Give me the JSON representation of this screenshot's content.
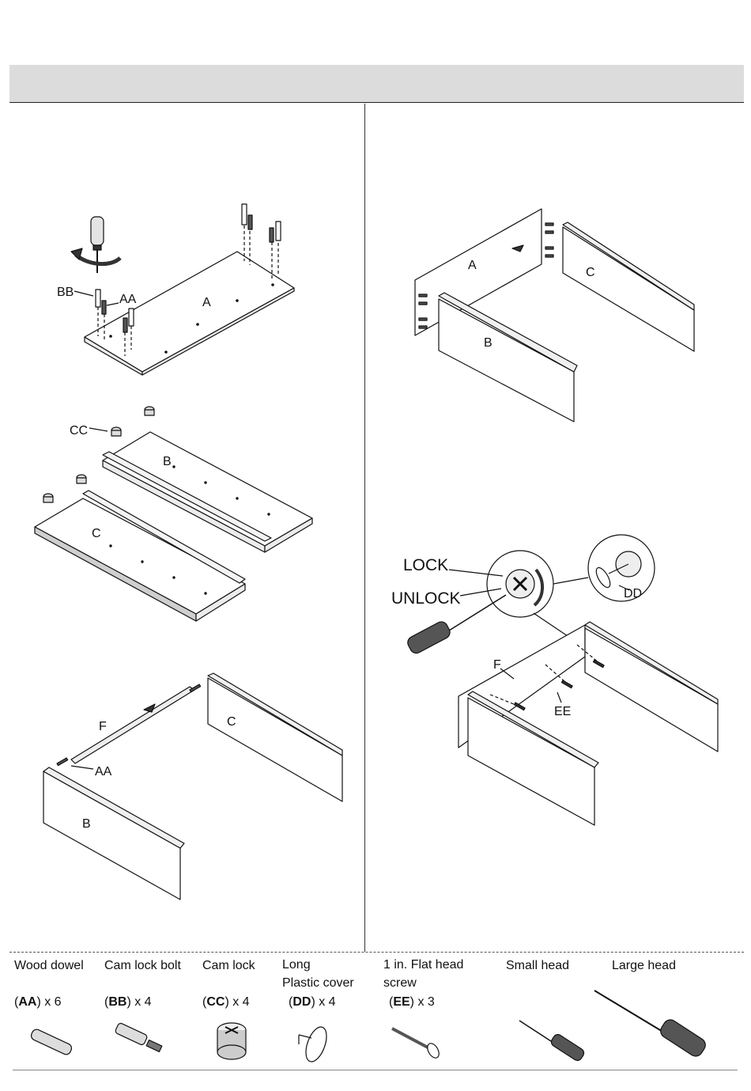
{
  "figure1": {
    "bb": "BB",
    "aa": "AA",
    "a": "A"
  },
  "figure2": {
    "cc": "CC",
    "b": "B",
    "c": "C"
  },
  "figure3": {
    "f": "F",
    "aa": "AA",
    "b": "B",
    "c": "C"
  },
  "figure4": {
    "a": "A",
    "b": "B",
    "c": "C"
  },
  "figure5": {
    "lock": "LOCK",
    "unlock": "UNLOCK",
    "dd": "DD",
    "f": "F",
    "ee": "EE"
  },
  "hardware": [
    {
      "name": "Wood dowel",
      "code": "AA",
      "qty": "x 6"
    },
    {
      "name": "Cam lock bolt",
      "code": "BB",
      "qty": "x 4"
    },
    {
      "name": "Cam lock",
      "code": "CC",
      "qty": "x 4"
    },
    {
      "name_line1": "Long",
      "name_line2": "Plastic cover",
      "code": "DD",
      "qty": "x 4"
    },
    {
      "name_line1": "1 in. Flat head",
      "name_line2": "screw",
      "code": "EE",
      "qty": "x 3"
    }
  ],
  "tools": [
    {
      "name": "Small head",
      "icon": "small-screwdriver-icon"
    },
    {
      "name": "Large head",
      "icon": "large-screwdriver-icon"
    }
  ]
}
